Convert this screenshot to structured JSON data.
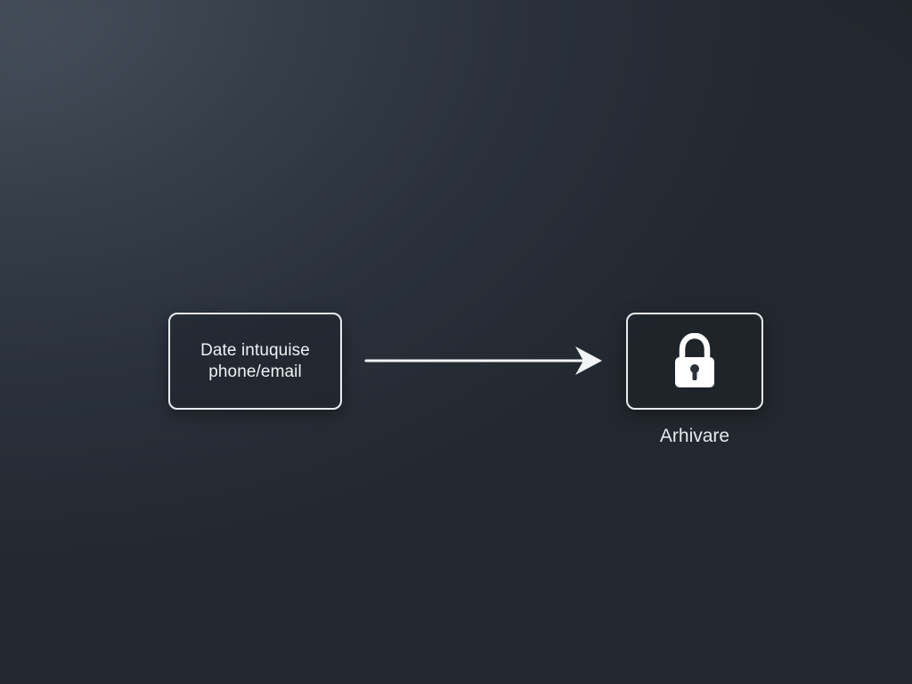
{
  "diagram": {
    "source_box": {
      "line1": "Date intuquise",
      "line2": "phone/email"
    },
    "target_box": {
      "icon": "padlock-icon",
      "caption": "Arhivare"
    },
    "connector": {
      "direction": "left-to-right"
    }
  },
  "colors": {
    "background": "#2c333d",
    "stroke": "#e9ecef",
    "text": "#eef1f4"
  }
}
